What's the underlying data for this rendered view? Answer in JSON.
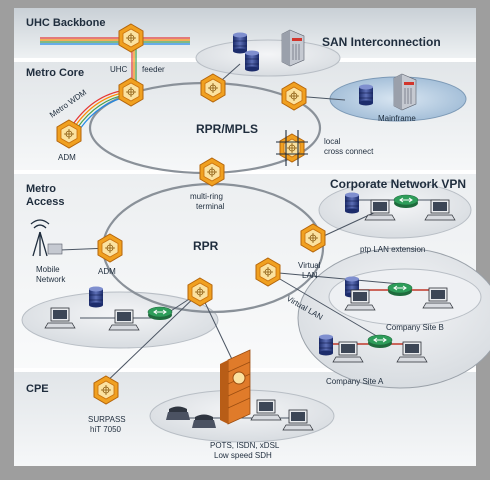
{
  "sections": {
    "uhc_backbone": "UHC Backbone",
    "metro_core": "Metro Core",
    "metro_access_1": "Metro",
    "metro_access_2": "Access",
    "cpe": "CPE"
  },
  "rings": {
    "core": "RPR/MPLS",
    "access": "RPR"
  },
  "labels": {
    "san": "SAN Interconnection",
    "mainframe": "Mainframe",
    "uhc": "UHC",
    "feeder": "feeder",
    "metro_wdm": "Metro WDM",
    "adm_core": "ADM",
    "local_cc_1": "local",
    "local_cc_2": "cross connect",
    "multiring_1": "multi-ring",
    "multiring_2": "terminal",
    "corporate_vpn": "Corporate Network VPN",
    "ptp_lan": "ptp LAN extension",
    "virtual_lan_1a": "Virtual",
    "virtual_lan_1b": "LAN",
    "virtual_lan_2": "Virtual LAN",
    "company_b": "Company Site B",
    "company_a": "Company Site A",
    "mobile_1": "Mobile",
    "mobile_2": "Network",
    "adm_access": "ADM",
    "surpass_1": "SURPASS",
    "surpass_2": "hiT 7050",
    "pots_1": "POTS, ISDN, xDSL",
    "pots_2": "Low speed SDH"
  },
  "colors": {
    "background": "#9e9e9e",
    "panel": "#ffffff",
    "node_orange": "#f0a020",
    "node_dark": "#c9700c",
    "band": "#d7dde2",
    "ellipse": "#e6e9ec",
    "ellipse_blue": "#a9c3dc",
    "lan_red": "#c0392b",
    "router_green": "#2e9d5a"
  },
  "icons": {
    "node": "rpr-node-icon",
    "disk": "disk-storage-icon",
    "server": "server-rack-icon",
    "workstation": "workstation-icon",
    "router": "router-icon",
    "antenna": "antenna-icon",
    "firewall": "firewall-icon",
    "phone": "telephone-icon"
  }
}
